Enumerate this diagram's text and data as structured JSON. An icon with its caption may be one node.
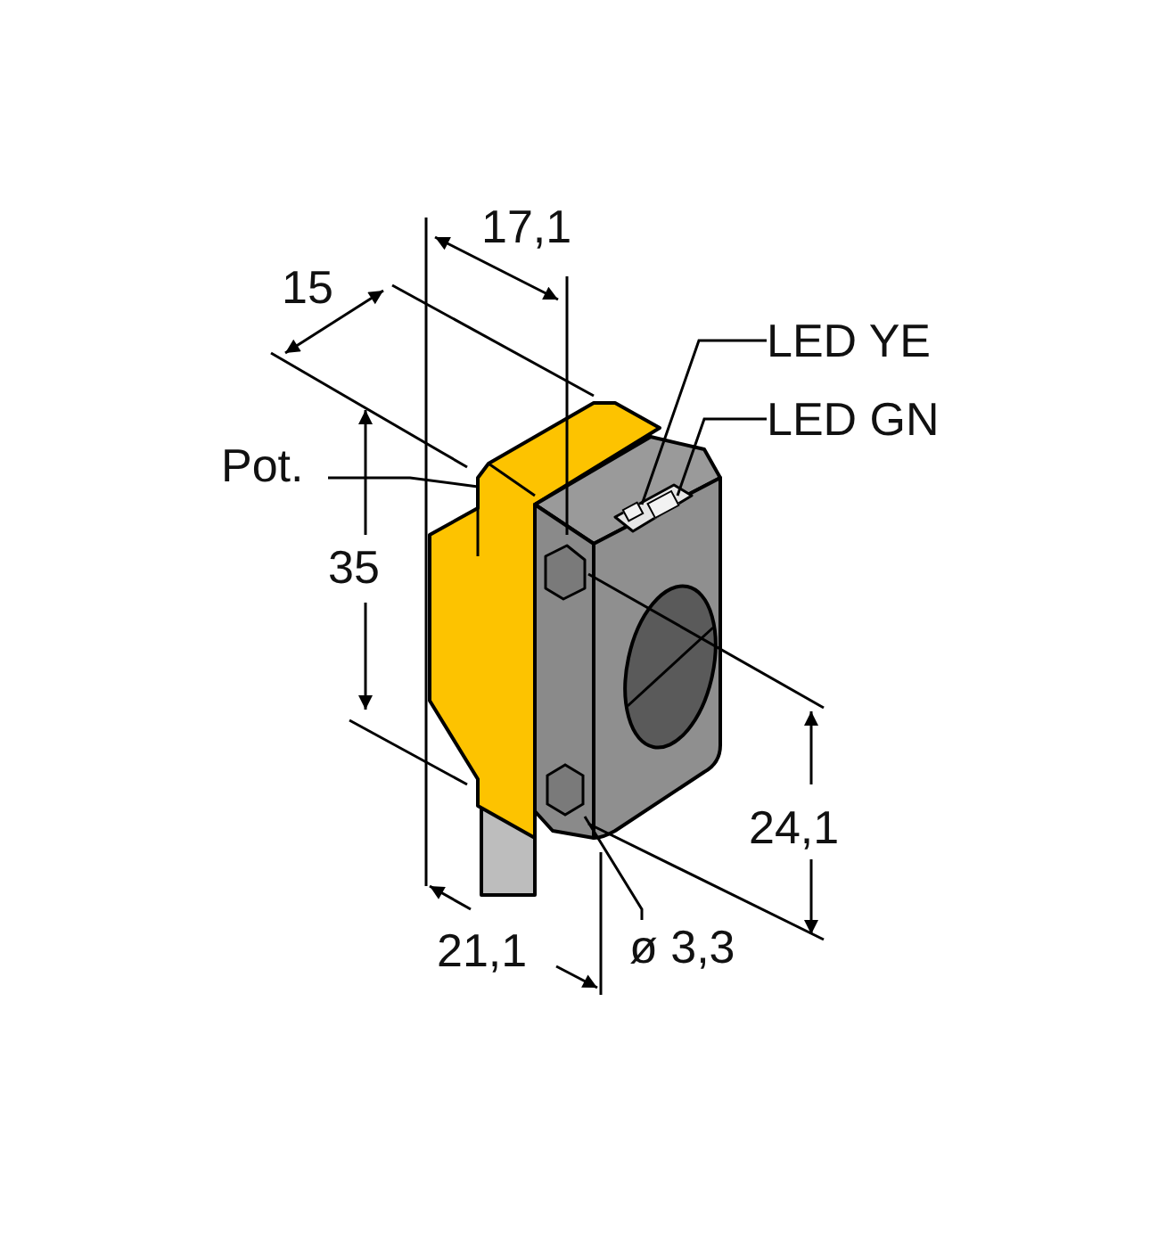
{
  "diagram": {
    "nodes": [
      {
        "text": [
          "Pot."
        ]
      },
      {
        "text": [
          "LED YE"
        ]
      },
      {
        "text": [
          "LED GN"
        ]
      },
      {
        "text": [
          "ø 3,3"
        ]
      },
      {
        "text": [],
        "shape": "box"
      },
      {
        "text": [],
        "shape": "box"
      },
      {
        "text": [],
        "shape": "hexagon"
      }
    ],
    "edges": [
      {
        "from": 0,
        "to": null,
        "arrow": "none"
      },
      {
        "from": 1,
        "to": 4,
        "arrow": "none"
      },
      {
        "from": 2,
        "to": 5,
        "arrow": "none"
      },
      {
        "from": 3,
        "to": 6,
        "arrow": "none"
      }
    ],
    "labels": [
      "17,1",
      "15",
      "35",
      "24,1",
      "21,1"
    ]
  }
}
